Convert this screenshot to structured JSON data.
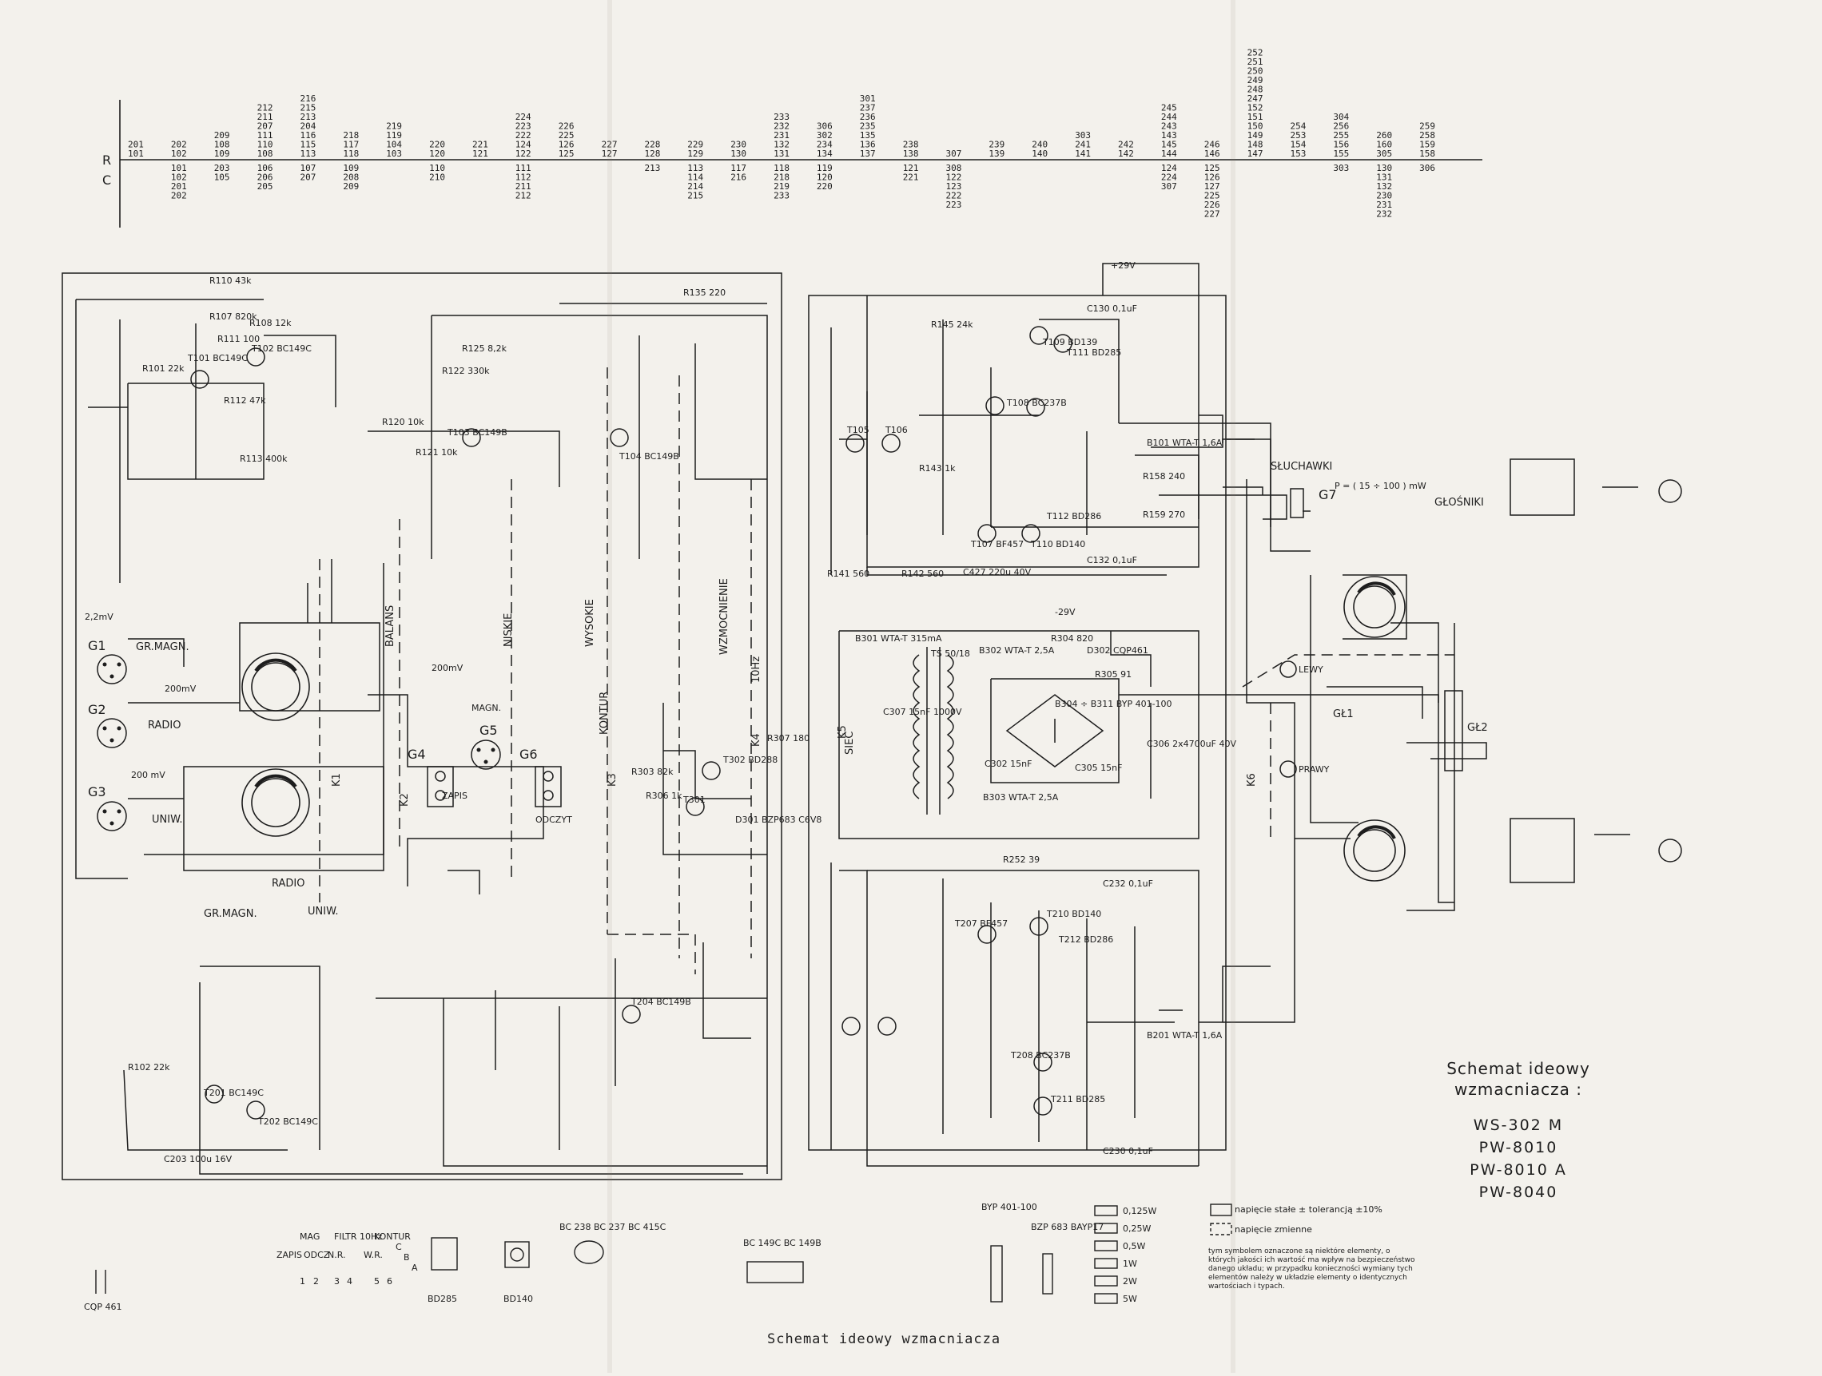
{
  "top_index": {
    "row_labels": {
      "r": "R",
      "c": "C"
    },
    "columns": [
      {
        "r": [
          "201",
          "101"
        ],
        "c": []
      },
      {
        "r": [
          "202",
          "102"
        ],
        "c": [
          "101",
          "102",
          "201",
          "202"
        ]
      },
      {
        "r": [
          "209",
          "108",
          "109"
        ],
        "c": [
          "203",
          "105"
        ]
      },
      {
        "r": [
          "212",
          "211",
          "207",
          "111",
          "110",
          "108"
        ],
        "c": [
          "106",
          "206",
          "205"
        ]
      },
      {
        "r": [
          "216",
          "215",
          "213",
          "204",
          "116",
          "115",
          "113"
        ],
        "c": [
          "107",
          "207"
        ]
      },
      {
        "r": [
          "218",
          "117",
          "118"
        ],
        "c": [
          "109",
          "208",
          "209"
        ]
      },
      {
        "r": [
          "219",
          "119",
          "104",
          "103"
        ],
        "c": []
      },
      {
        "r": [
          "220",
          "120"
        ],
        "c": [
          "110",
          "210"
        ]
      },
      {
        "r": [
          "221",
          "121"
        ],
        "c": []
      },
      {
        "r": [
          "224",
          "223",
          "222",
          "124",
          "122"
        ],
        "c": [
          "111",
          "112",
          "211",
          "212"
        ]
      },
      {
        "r": [
          "226",
          "225",
          "126",
          "125"
        ],
        "c": []
      },
      {
        "r": [
          "227",
          "127"
        ],
        "c": []
      },
      {
        "r": [
          "228",
          "128"
        ],
        "c": [
          "213"
        ]
      },
      {
        "r": [
          "229",
          "129"
        ],
        "c": [
          "113",
          "114",
          "214",
          "215"
        ]
      },
      {
        "r": [
          "230",
          "130"
        ],
        "c": [
          "117",
          "216"
        ]
      },
      {
        "r": [
          "233",
          "232",
          "231",
          "132",
          "131"
        ],
        "c": [
          "118",
          "218",
          "219",
          "233"
        ]
      },
      {
        "r": [
          "306",
          "302",
          "234",
          "134"
        ],
        "c": [
          "119",
          "120",
          "220"
        ]
      },
      {
        "r": [
          "301",
          "237",
          "236",
          "235",
          "135",
          "136",
          "137"
        ],
        "c": []
      },
      {
        "r": [
          "238",
          "138"
        ],
        "c": [
          "121",
          "221"
        ]
      },
      {
        "r": [
          "307"
        ],
        "c": [
          "308",
          "122",
          "123",
          "222",
          "223"
        ]
      },
      {
        "r": [
          "239",
          "139"
        ],
        "c": []
      },
      {
        "r": [
          "240",
          "140"
        ],
        "c": []
      },
      {
        "r": [
          "303",
          "241",
          "141"
        ],
        "c": []
      },
      {
        "r": [
          "242",
          "142"
        ],
        "c": []
      },
      {
        "r": [
          "245",
          "244",
          "243",
          "143",
          "145",
          "144"
        ],
        "c": [
          "124",
          "224",
          "307"
        ]
      },
      {
        "r": [
          "246",
          "146"
        ],
        "c": [
          "125",
          "126",
          "127",
          "225",
          "226",
          "227"
        ]
      },
      {
        "r": [
          "252",
          "251",
          "250",
          "249",
          "248",
          "247",
          "152",
          "151",
          "150",
          "149",
          "148",
          "147"
        ],
        "c": []
      },
      {
        "r": [
          "254",
          "253",
          "154",
          "153"
        ],
        "c": []
      },
      {
        "r": [
          "304",
          "256",
          "255",
          "156",
          "155"
        ],
        "c": [
          "303"
        ]
      },
      {
        "r": [
          "260",
          "160",
          "305"
        ],
        "c": [
          "130",
          "131",
          "132",
          "230",
          "231",
          "232"
        ]
      },
      {
        "r": [
          "259",
          "258",
          "159",
          "158"
        ],
        "c": [
          "306"
        ]
      }
    ]
  },
  "labels": {
    "g1": "G1",
    "g1_name": "GR.MAGN.",
    "g2": "G2",
    "g2_name": "RADIO",
    "g3": "G3",
    "g3_name": "UNIW.",
    "g4": "G4",
    "g5": "G5",
    "g6": "G6",
    "g7": "G7",
    "zapis": "ZAPIS",
    "odczyt": "ODCZYT",
    "magn": "MAGN.",
    "balans": "BALANS",
    "niskie": "NISKIE",
    "wysokie": "WYSOKIE",
    "kontur": "KONTUR",
    "wzmocnienie": "WZMOCNIENIE",
    "hz": "10Hz",
    "sluchawki": "SŁUCHAWKI",
    "glosniki": "GŁOŚNIKI",
    "lewy": "LEWY",
    "prawy": "PRAWY",
    "siec": "SIEĆ",
    "transformer": "TS 50/18",
    "gl1": "GŁ1",
    "gl2": "GŁ2",
    "sel_radio": "RADIO",
    "sel_grmagn": "GR.MAGN.",
    "sel_uniw": "UNIW.",
    "power_out": "P = ( 15 ÷ 100 ) mW",
    "v29p": "+29V",
    "v29n": "-29V",
    "mv22": "2,2mV",
    "mv200a": "200mV",
    "mv200b": "200 mV",
    "mv200c": "200mV",
    "k1": "K1",
    "k2": "K2",
    "k3": "K3",
    "k4": "K4",
    "k5": "K5",
    "k6": "K6"
  },
  "parts": {
    "T101": "T101 BC149C",
    "T102": "T102 BC149C",
    "T103": "T103 BC149B",
    "T104": "T104 BC149B",
    "T105": "T105",
    "T106": "T106",
    "T107": "T107 BF457",
    "T108": "T108 BC237B",
    "T109": "T109 BD139",
    "T110": "T110 BD140",
    "T111": "T111 BD285",
    "T112": "T112 BD286",
    "T201": "T201 BC149C",
    "T202": "T202 BC149C",
    "T204": "T204 BC149B",
    "T207": "T207 BF457",
    "T208": "T208 BC237B",
    "T210": "T210 BD140",
    "T211": "T211 BD285",
    "T212": "T212 BD286",
    "T301": "T301",
    "T302": "T302 BD288",
    "D301": "D301 BZP683 C6V8",
    "D302": "D302 CQP461",
    "B301": "B301 WTA-T 315mA",
    "B302": "B302 WTA-T 2,5A",
    "B303": "B303 WTA-T 2,5A",
    "B304": "B304 ÷ B311 BYP 401-100",
    "B101": "B101 WTA-T 1,6A",
    "B201": "B201 WTA-T 1,6A",
    "R101": "R101 22k",
    "R102": "R102 22k",
    "R110": "R110 43k",
    "R107": "R107 820k",
    "R108": "R108 12k",
    "R111": "R111 100",
    "R112": "R112 47k",
    "R113": "R113 400k",
    "R120": "R120 10k",
    "R121": "R121 10k",
    "R122": "R122 330k",
    "R125": "R125 8,2k",
    "R135": "R135 220",
    "R141": "R141 560",
    "R142": "R142 560",
    "R143": "R143 1k",
    "R145": "R145 24k",
    "R158": "R158 240",
    "R159": "R159 270",
    "R252": "R252 39",
    "R305": "R305 91",
    "R304": "R304 820",
    "R307": "R307 180",
    "R303": "R303 82k",
    "R306": "R306 1k",
    "C132": "C132 0,1uF",
    "C130": "C130 0,1uF",
    "C306": "C306 2x4700uF 40V",
    "C307": "C307 15nF 1000V",
    "C302": "C302 15nF",
    "C305": "C305 15nF",
    "C427": "C427 220u 40V",
    "C232": "C232 0,1uF",
    "C230": "C230 0,1uF",
    "C203": "C203 100u 16V"
  },
  "pinouts": [
    "CQP 461",
    "BD285",
    "BD140",
    "BC 238 BC 237 BC 415C",
    "BC 149C BC 149B",
    "BYP 401-100",
    "BZP 683 BAYP17"
  ],
  "inset_bottom": {
    "groups": [
      "MAG",
      "FILTR 10Hz",
      "KONTUR"
    ],
    "switch_letters": [
      "ZAPIS",
      "ODCZ",
      "N.R.",
      "W.R.",
      "C",
      "B",
      "A"
    ],
    "switch_numbers": [
      "1",
      "2",
      "3",
      "4",
      "5",
      "6"
    ]
  },
  "legend": {
    "items": [
      {
        "sym": "",
        "text": "napięcie stałe ± tolerancją ±10%"
      },
      {
        "sym": "",
        "text": "napięcie zmienne"
      },
      {
        "sym": "",
        "text": "0,125W"
      },
      {
        "sym": "",
        "text": "0,25W"
      },
      {
        "sym": "",
        "text": "0,5W"
      },
      {
        "sym": "",
        "text": "1W"
      },
      {
        "sym": "",
        "text": "2W"
      },
      {
        "sym": "",
        "text": "5W"
      }
    ],
    "warning": "tym symbolem oznaczone są niektóre elementy, o których jakości ich wartość ma wpływ na bezpieczeństwo danego układu; w przypadku konieczności wymiany tych elementów należy w układzie elementy o identycznych wartościach i typach."
  },
  "title": {
    "heading_1": "Schemat ideowy",
    "heading_2": "wzmacniacza :",
    "models": [
      "WS-302 M",
      "PW-8010",
      "PW-8010 A",
      "PW-8040"
    ]
  },
  "caption": "Schemat ideowy wzmacniacza"
}
